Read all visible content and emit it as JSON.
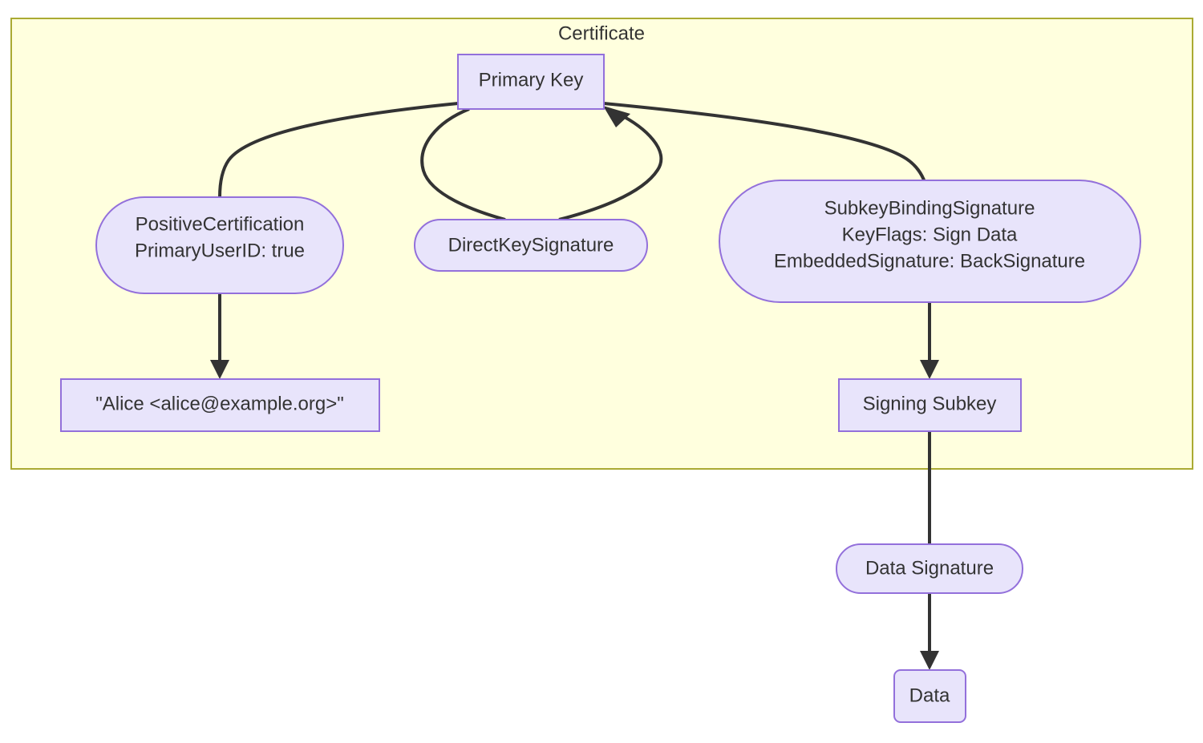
{
  "diagram": {
    "type": "flowchart",
    "direction": "top-down",
    "background": "#ffffff",
    "colors": {
      "cluster_fill": "#ffffde",
      "cluster_stroke": "#aaaa33",
      "node_fill": "#e8e4fb",
      "node_stroke": "#9370db",
      "edge_stroke": "#333333",
      "text": "#333333"
    },
    "cluster": {
      "label": "Certificate"
    },
    "nodes": {
      "primary_key": {
        "label": "Primary Key",
        "shape": "rect"
      },
      "positive_certification": {
        "shape": "stadium",
        "line1": "PositiveCertification",
        "line2": "PrimaryUserID: true"
      },
      "direct_key_signature": {
        "label": "DirectKeySignature",
        "shape": "stadium"
      },
      "subkey_binding_signature": {
        "shape": "stadium",
        "line1": "SubkeyBindingSignature",
        "line2": "KeyFlags: Sign Data",
        "line3": "EmbeddedSignature: BackSignature"
      },
      "user_id": {
        "label": "\"Alice <alice@example.org>\"",
        "shape": "rect"
      },
      "signing_subkey": {
        "label": "Signing Subkey",
        "shape": "rect"
      },
      "data_signature": {
        "label": "Data Signature",
        "shape": "stadium"
      },
      "data": {
        "label": "Data",
        "shape": "rounded-rect"
      }
    },
    "edges": [
      {
        "from": "primary_key",
        "to": "positive_certification",
        "arrow": false
      },
      {
        "from": "primary_key",
        "to": "direct_key_signature",
        "arrow": false
      },
      {
        "from": "direct_key_signature",
        "to": "primary_key",
        "arrow": true
      },
      {
        "from": "primary_key",
        "to": "subkey_binding_signature",
        "arrow": false
      },
      {
        "from": "positive_certification",
        "to": "user_id",
        "arrow": true
      },
      {
        "from": "subkey_binding_signature",
        "to": "signing_subkey",
        "arrow": true
      },
      {
        "from": "signing_subkey",
        "to": "data_signature",
        "arrow": false
      },
      {
        "from": "data_signature",
        "to": "data",
        "arrow": true
      }
    ]
  }
}
